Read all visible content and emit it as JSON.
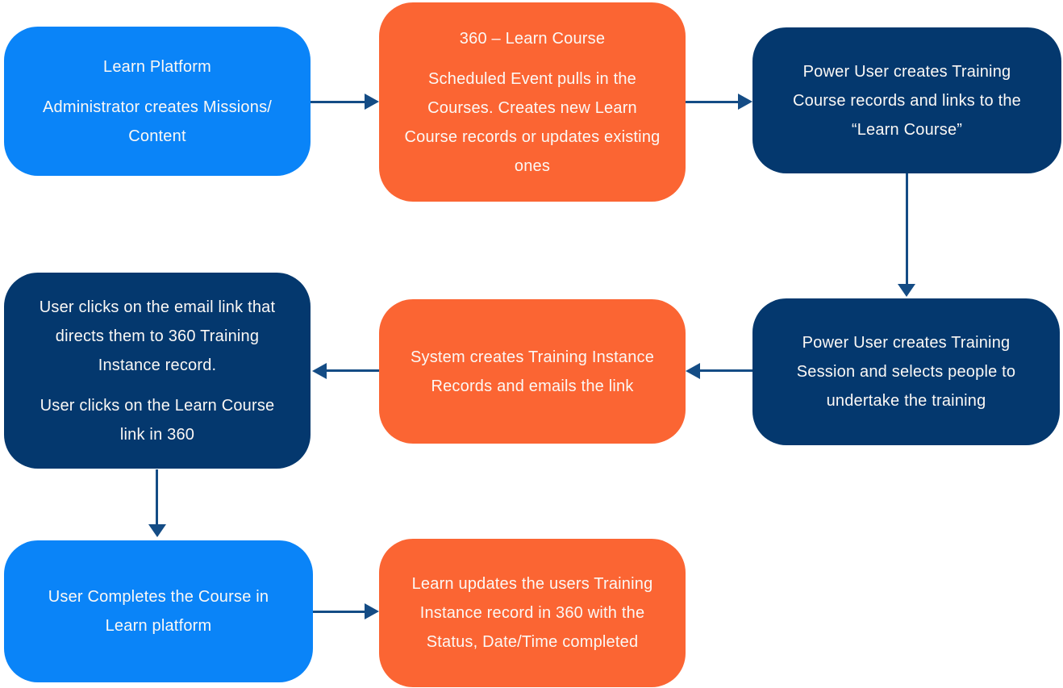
{
  "colors": {
    "blue": "#0a84f8",
    "orange": "#fb6533",
    "navy": "#04386e",
    "arrow": "#144c85",
    "text": "#fbf8f5"
  },
  "nodes": [
    {
      "id": "learn-platform",
      "color": "blue",
      "lines": [
        "Learn Platform",
        "Administrator creates Missions/ Content"
      ]
    },
    {
      "id": "360-learn-course",
      "color": "orange",
      "lines": [
        "360 – Learn Course",
        "Scheduled Event pulls in the Courses. Creates new Learn Course records or updates existing ones"
      ]
    },
    {
      "id": "power-user-creates-course",
      "color": "navy",
      "lines": [
        "Power User creates Training Course records and links to the “Learn Course”"
      ]
    },
    {
      "id": "user-clicks-email-link",
      "color": "navy",
      "lines": [
        "User clicks on the email link that directs them to 360 Training Instance record.",
        "User clicks on the Learn Course link in 360"
      ]
    },
    {
      "id": "system-creates-instance",
      "color": "orange",
      "lines": [
        "System creates Training Instance Records and emails the link"
      ]
    },
    {
      "id": "power-user-creates-session",
      "color": "navy",
      "lines": [
        "Power User creates Training Session and selects people to undertake the training"
      ]
    },
    {
      "id": "user-completes-course",
      "color": "blue",
      "lines": [
        "User Completes the Course in Learn platform"
      ]
    },
    {
      "id": "learn-updates-record",
      "color": "orange",
      "lines": [
        "Learn updates the users Training Instance  record in 360 with the Status, Date/Time completed"
      ]
    }
  ],
  "edges": [
    {
      "from": "learn-platform",
      "to": "360-learn-course",
      "direction": "right"
    },
    {
      "from": "360-learn-course",
      "to": "power-user-creates-course",
      "direction": "right"
    },
    {
      "from": "power-user-creates-course",
      "to": "power-user-creates-session",
      "direction": "down"
    },
    {
      "from": "power-user-creates-session",
      "to": "system-creates-instance",
      "direction": "left"
    },
    {
      "from": "system-creates-instance",
      "to": "user-clicks-email-link",
      "direction": "left"
    },
    {
      "from": "user-clicks-email-link",
      "to": "user-completes-course",
      "direction": "down"
    },
    {
      "from": "user-completes-course",
      "to": "learn-updates-record",
      "direction": "right"
    }
  ]
}
